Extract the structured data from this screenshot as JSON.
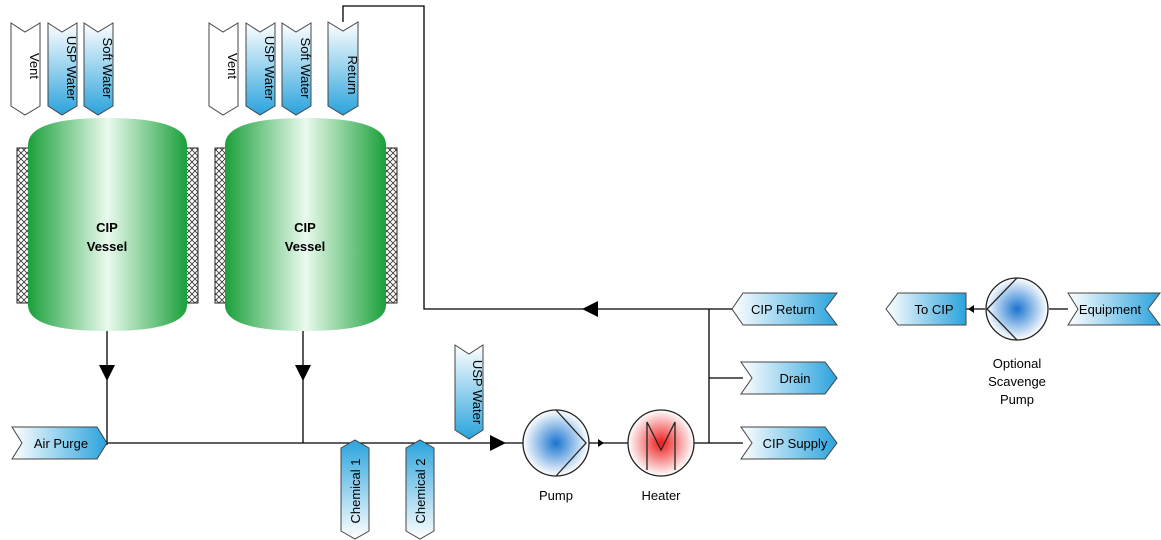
{
  "vessels": [
    {
      "line1": "CIP",
      "line2": "Vessel"
    },
    {
      "line1": "CIP",
      "line2": "Vessel"
    }
  ],
  "vessel1_tags": {
    "vent": "Vent",
    "usp_water": "USP Water",
    "soft_water": "Soft Water"
  },
  "vessel2_tags": {
    "vent": "Vent",
    "usp_water": "USP Water",
    "soft_water": "Soft Water",
    "return": "Return"
  },
  "inlets": {
    "air_purge": "Air Purge",
    "usp_water": "USP Water",
    "chemical_1": "Chemical 1",
    "chemical_2": "Chemical 2"
  },
  "outlets": {
    "cip_return": "CIP Return",
    "drain": "Drain",
    "cip_supply": "CIP Supply"
  },
  "equipment": {
    "pump": "Pump",
    "heater": "Heater"
  },
  "scavenge": {
    "to_cip": "To CIP",
    "equipment": "Equipment",
    "label_lines": [
      "Optional",
      "Scavenge",
      "Pump"
    ]
  },
  "colors": {
    "vessel": "#1fae3f",
    "tag": "#2aa3dc",
    "pump": "#1a74d0",
    "heater": "#ee1c1c"
  }
}
